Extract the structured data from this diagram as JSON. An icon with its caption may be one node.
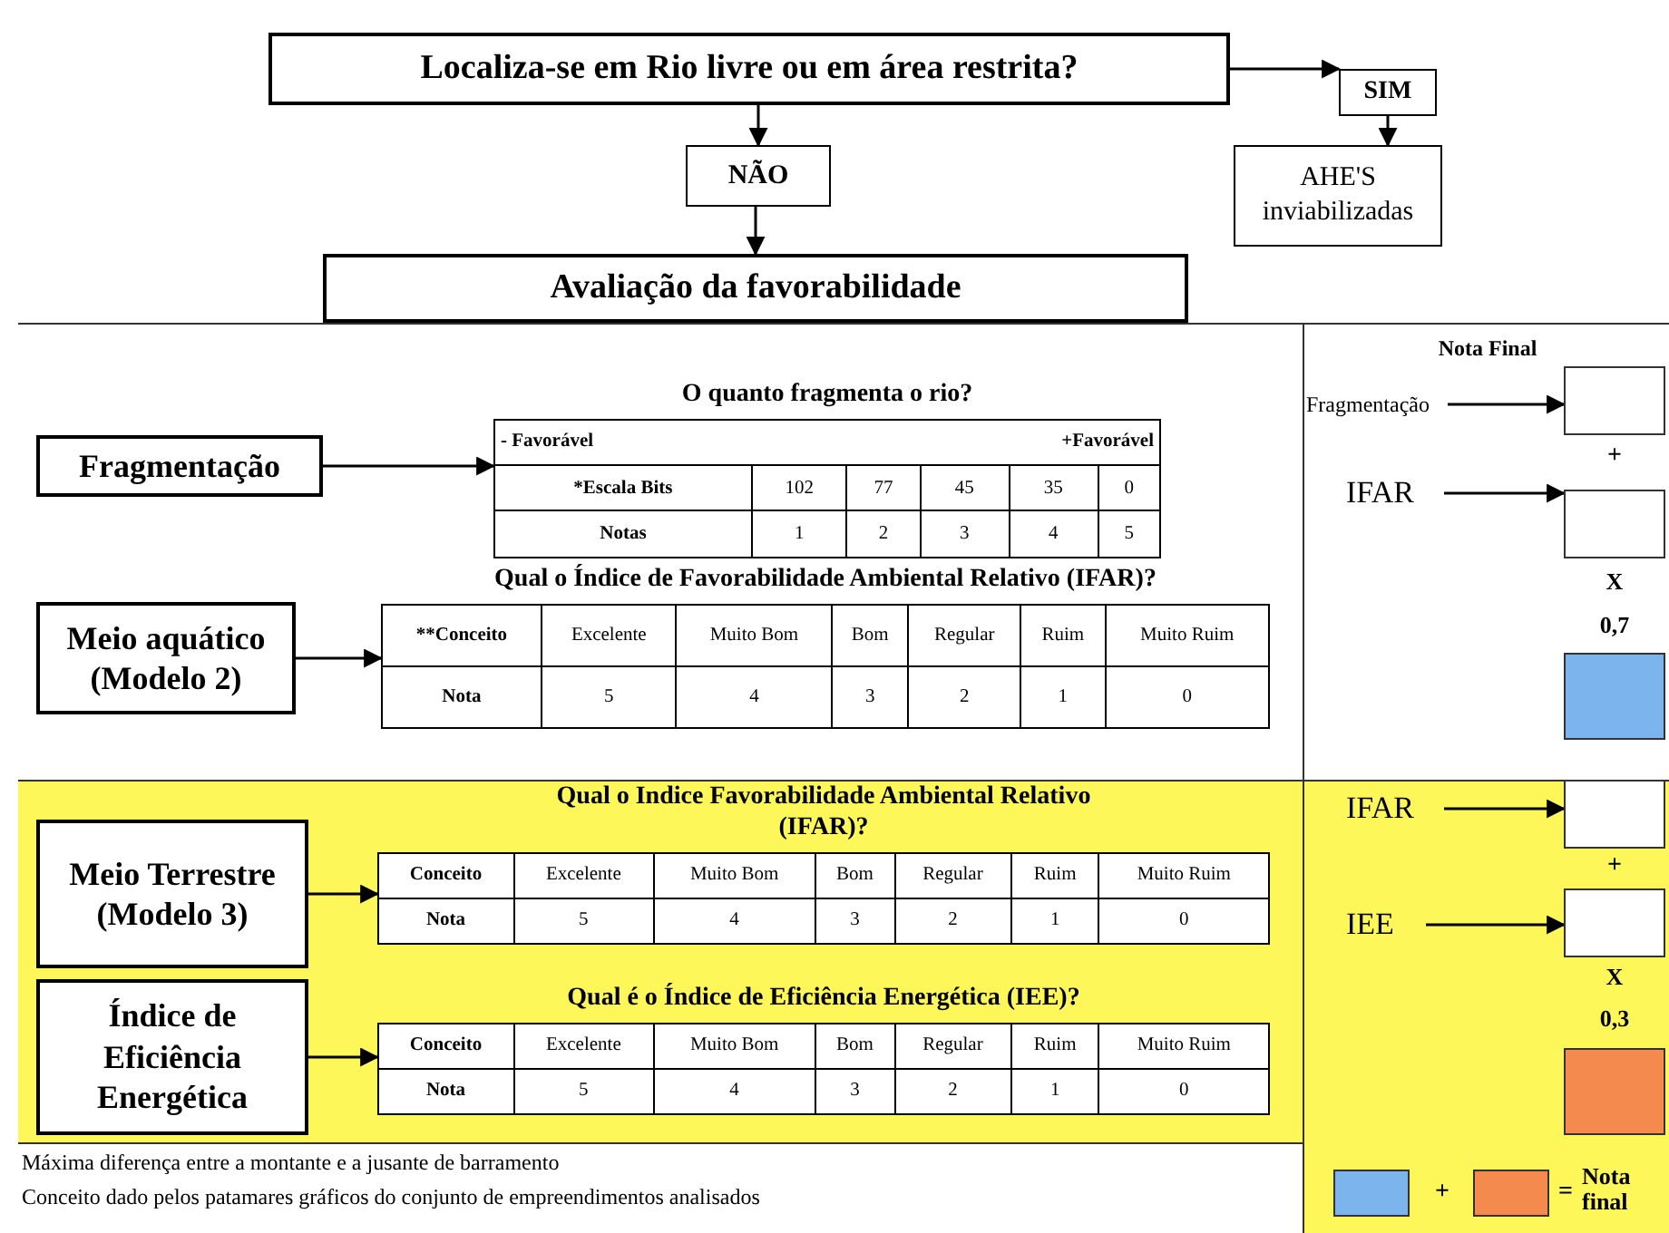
{
  "diagram": {
    "nodes": [
      {
        "text": [
          "Localiza-se em Rio livre ou em área restrita?"
        ]
      },
      {
        "text": [
          "SIM"
        ]
      },
      {
        "text": [
          "NÃO"
        ]
      },
      {
        "text": [
          "AHE'S inviabilizadas"
        ]
      },
      {
        "text": [
          "Avaliação da favorabilidade"
        ]
      },
      {
        "text": [
          "Fragmentação"
        ]
      },
      {
        "text": [
          "O quanto fragmenta o rio?",
          "- Favorável",
          "+Favorável",
          "*Escala Bits",
          "102",
          "77",
          "45",
          "35",
          "0",
          "Notas",
          "1",
          "2",
          "3",
          "4",
          "5"
        ]
      },
      {
        "text": [
          "Meio aquático (Modelo 2)"
        ]
      },
      {
        "text": [
          "Qual o Índice de Favorabilidade Ambiental Relativo (IFAR)?",
          "**Conceito",
          "Excelente",
          "Muito Bom",
          "Bom",
          "Regular",
          "Ruim",
          "Muito Ruim",
          "Nota",
          "5",
          "4",
          "3",
          "2",
          "1",
          "0"
        ]
      },
      {
        "text": [
          "Meio Terrestre (Modelo 3)"
        ]
      },
      {
        "text": [
          "Qual o Indice Favorabilidade Ambiental Relativo (IFAR)?",
          "Conceito",
          "Excelente",
          "Muito Bom",
          "Bom",
          "Regular",
          "Ruim",
          "Muito Ruim",
          "Nota",
          "5",
          "4",
          "3",
          "2",
          "1",
          "0"
        ]
      },
      {
        "text": [
          "Índice de Eficiência Energética"
        ]
      },
      {
        "text": [
          "Qual é o Índice de Eficiência Energética (IEE)?",
          "Conceito",
          "Excelente",
          "Muito Bom",
          "Bom",
          "Regular",
          "Ruim",
          "Muito Ruim",
          "Nota",
          "5",
          "4",
          "3",
          "2",
          "1",
          "0"
        ]
      },
      {
        "text": [
          "Fragmentação"
        ]
      },
      {
        "text": [],
        "shape": "box"
      },
      {
        "text": [
          "IFAR"
        ]
      },
      {
        "text": [],
        "shape": "box"
      },
      {
        "text": [],
        "shape": "box"
      },
      {
        "text": [
          "IFAR"
        ]
      },
      {
        "text": [],
        "shape": "box"
      },
      {
        "text": [
          "IEE"
        ]
      },
      {
        "text": [],
        "shape": "box"
      },
      {
        "text": [],
        "shape": "box"
      },
      {
        "text": [],
        "shape": "box"
      },
      {
        "text": [],
        "shape": "box"
      }
    ],
    "edges": [
      {
        "from": 0,
        "to": 1,
        "arrow": "to"
      },
      {
        "from": 0,
        "to": 2,
        "arrow": "to"
      },
      {
        "from": 1,
        "to": 3,
        "arrow": "to"
      },
      {
        "from": 2,
        "to": 4,
        "arrow": "to"
      },
      {
        "from": 5,
        "to": 6,
        "arrow": "to"
      },
      {
        "from": 7,
        "to": 8,
        "arrow": "to"
      },
      {
        "from": 9,
        "to": 10,
        "arrow": "to"
      },
      {
        "from": 11,
        "to": 12,
        "arrow": "to"
      },
      {
        "from": 13,
        "to": 14,
        "arrow": "to"
      },
      {
        "from": 15,
        "to": 16,
        "arrow": "to"
      },
      {
        "from": 18,
        "to": 19,
        "arrow": "to"
      },
      {
        "from": 20,
        "to": 21,
        "arrow": "to"
      }
    ],
    "labels": [
      "Nota Final",
      "+",
      "X",
      "0,7",
      "+",
      "X",
      "0,3",
      "+",
      "=",
      "Nota final",
      "Máxima diferença entre a montante e a jusante de barramento",
      "Conceito dado pelos patamares gráficos do conjunto de empreendimentos analisados"
    ]
  }
}
